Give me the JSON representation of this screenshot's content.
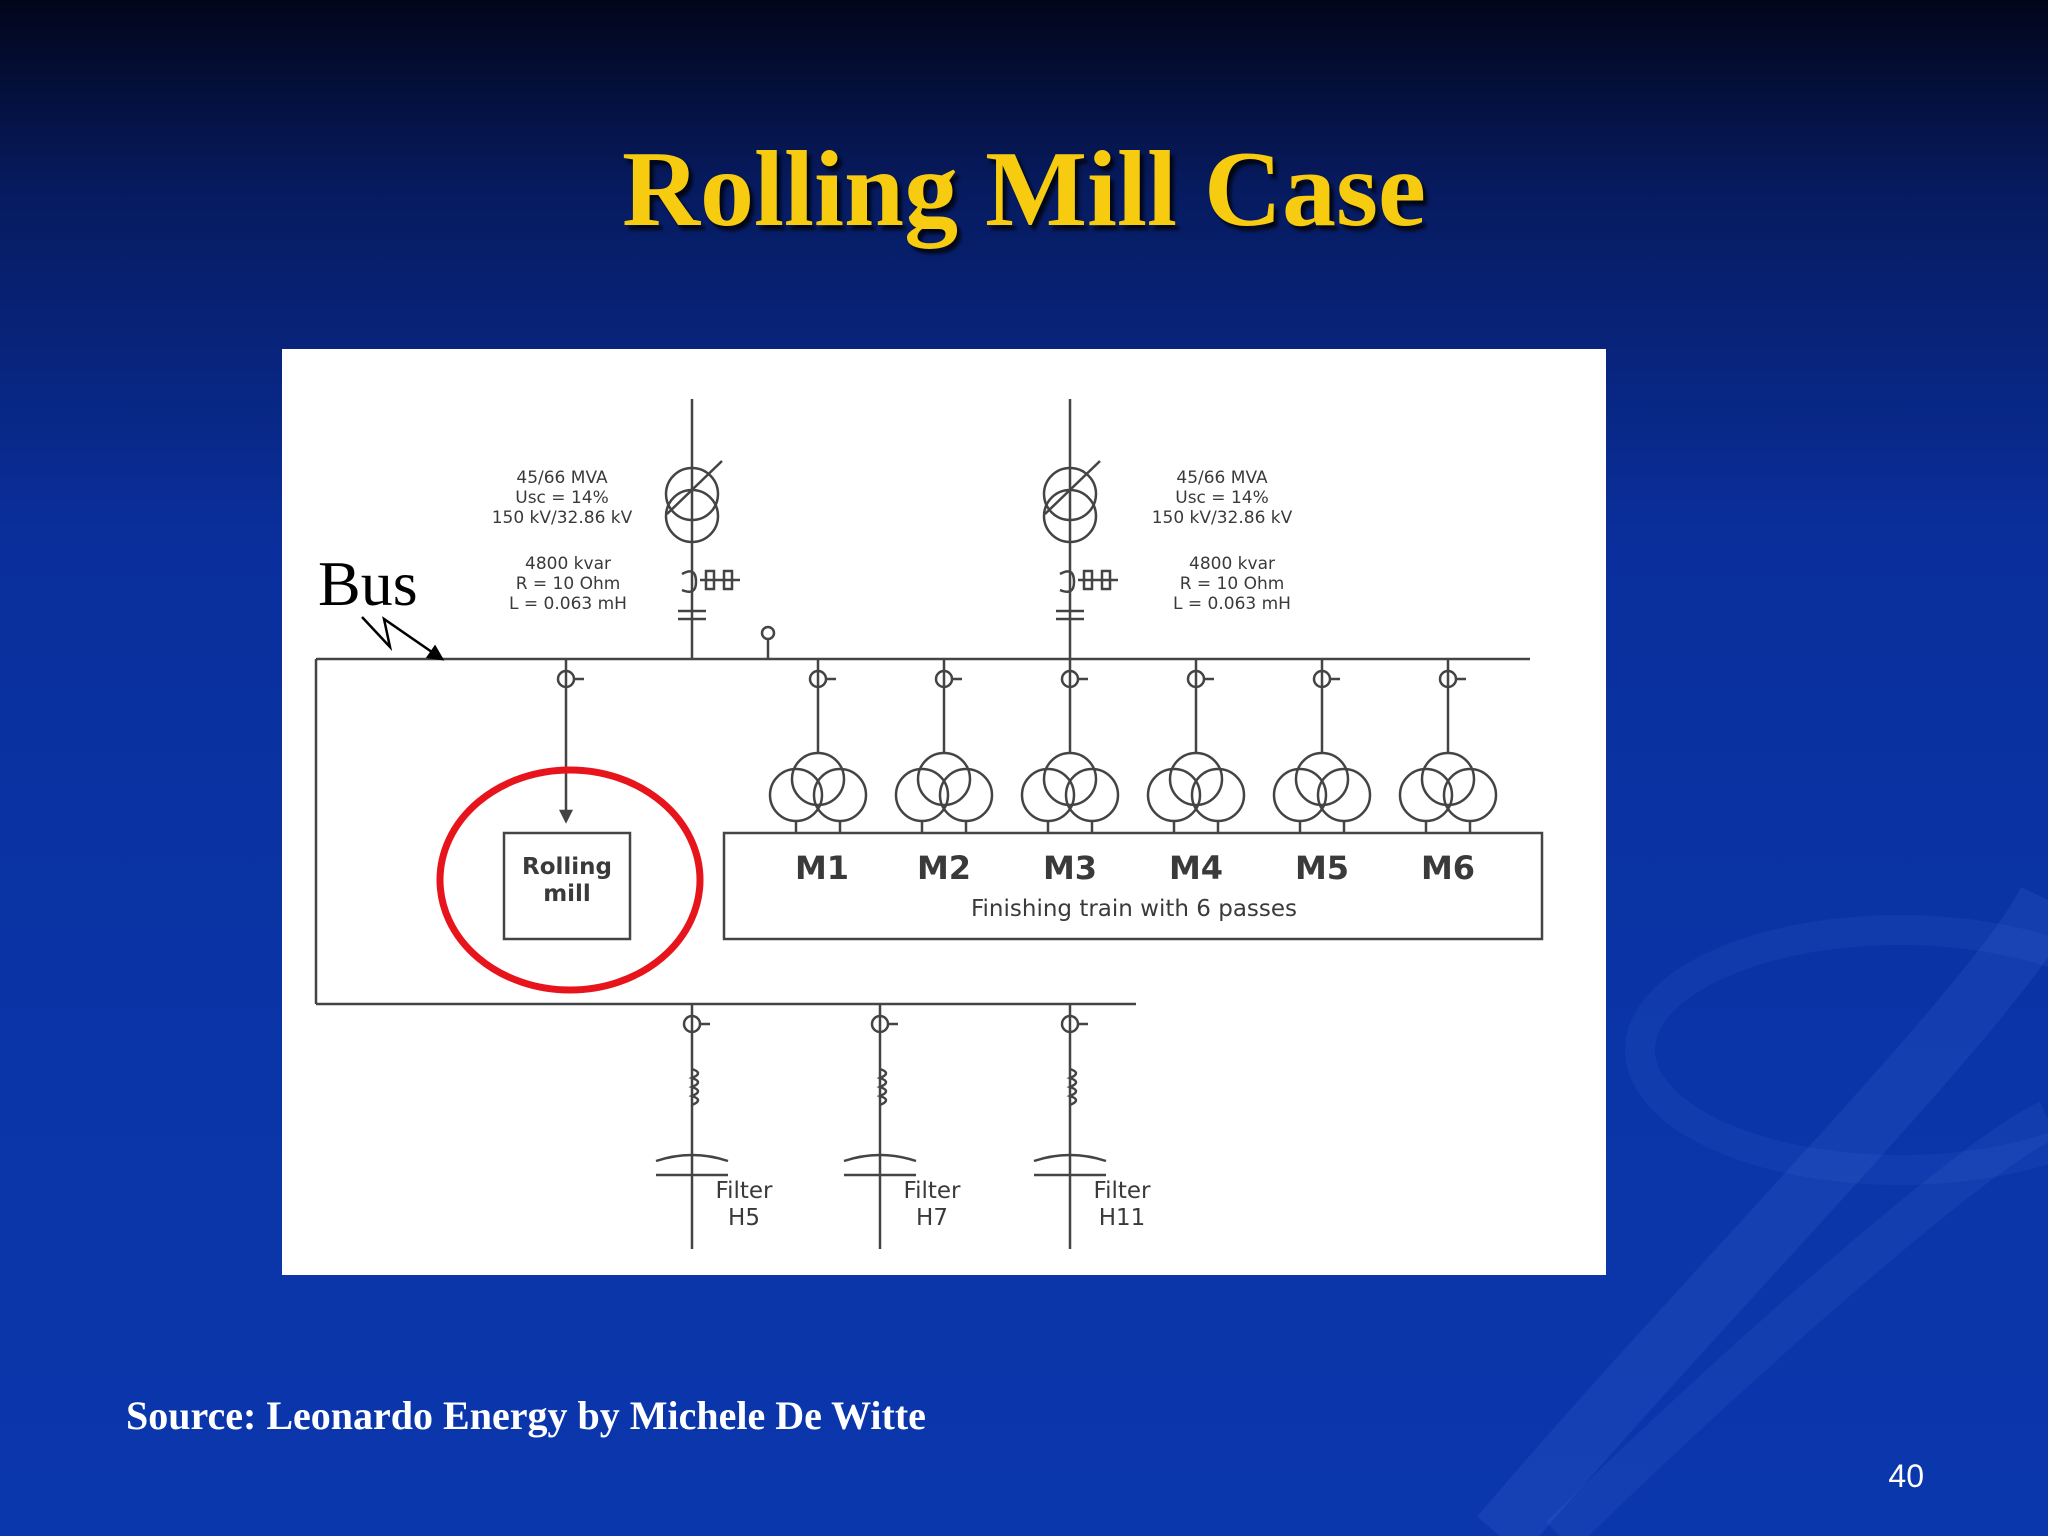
{
  "slide": {
    "title": "Rolling Mill Case",
    "source": "Source: Leonardo Energy by Michele De Witte",
    "page_number": "40",
    "bus_label": "Bus",
    "title_color": "#f7cb10"
  },
  "diagram": {
    "transformer_left": [
      "45/66 MVA",
      "Usc = 14%",
      "150 kV/32.86 kV"
    ],
    "transformer_right": [
      "45/66 MVA",
      "Usc = 14%",
      "150 kV/32.86 kV"
    ],
    "comp_left": [
      "4800 kvar",
      "R = 10 Ohm",
      "L = 0.063 mH"
    ],
    "comp_right": [
      "4800 kvar",
      "R = 10 Ohm",
      "L = 0.063 mH"
    ],
    "rolling_mill": [
      "Rolling",
      "mill"
    ],
    "motors": [
      "M1",
      "M2",
      "M3",
      "M4",
      "M5",
      "M6"
    ],
    "finishing_train": "Finishing train with 6 passes",
    "filters": [
      {
        "line1": "Filter",
        "line2": "H5"
      },
      {
        "line1": "Filter",
        "line2": "H7"
      },
      {
        "line1": "Filter",
        "line2": "H11"
      }
    ],
    "highlight_color": "#e8141c"
  }
}
